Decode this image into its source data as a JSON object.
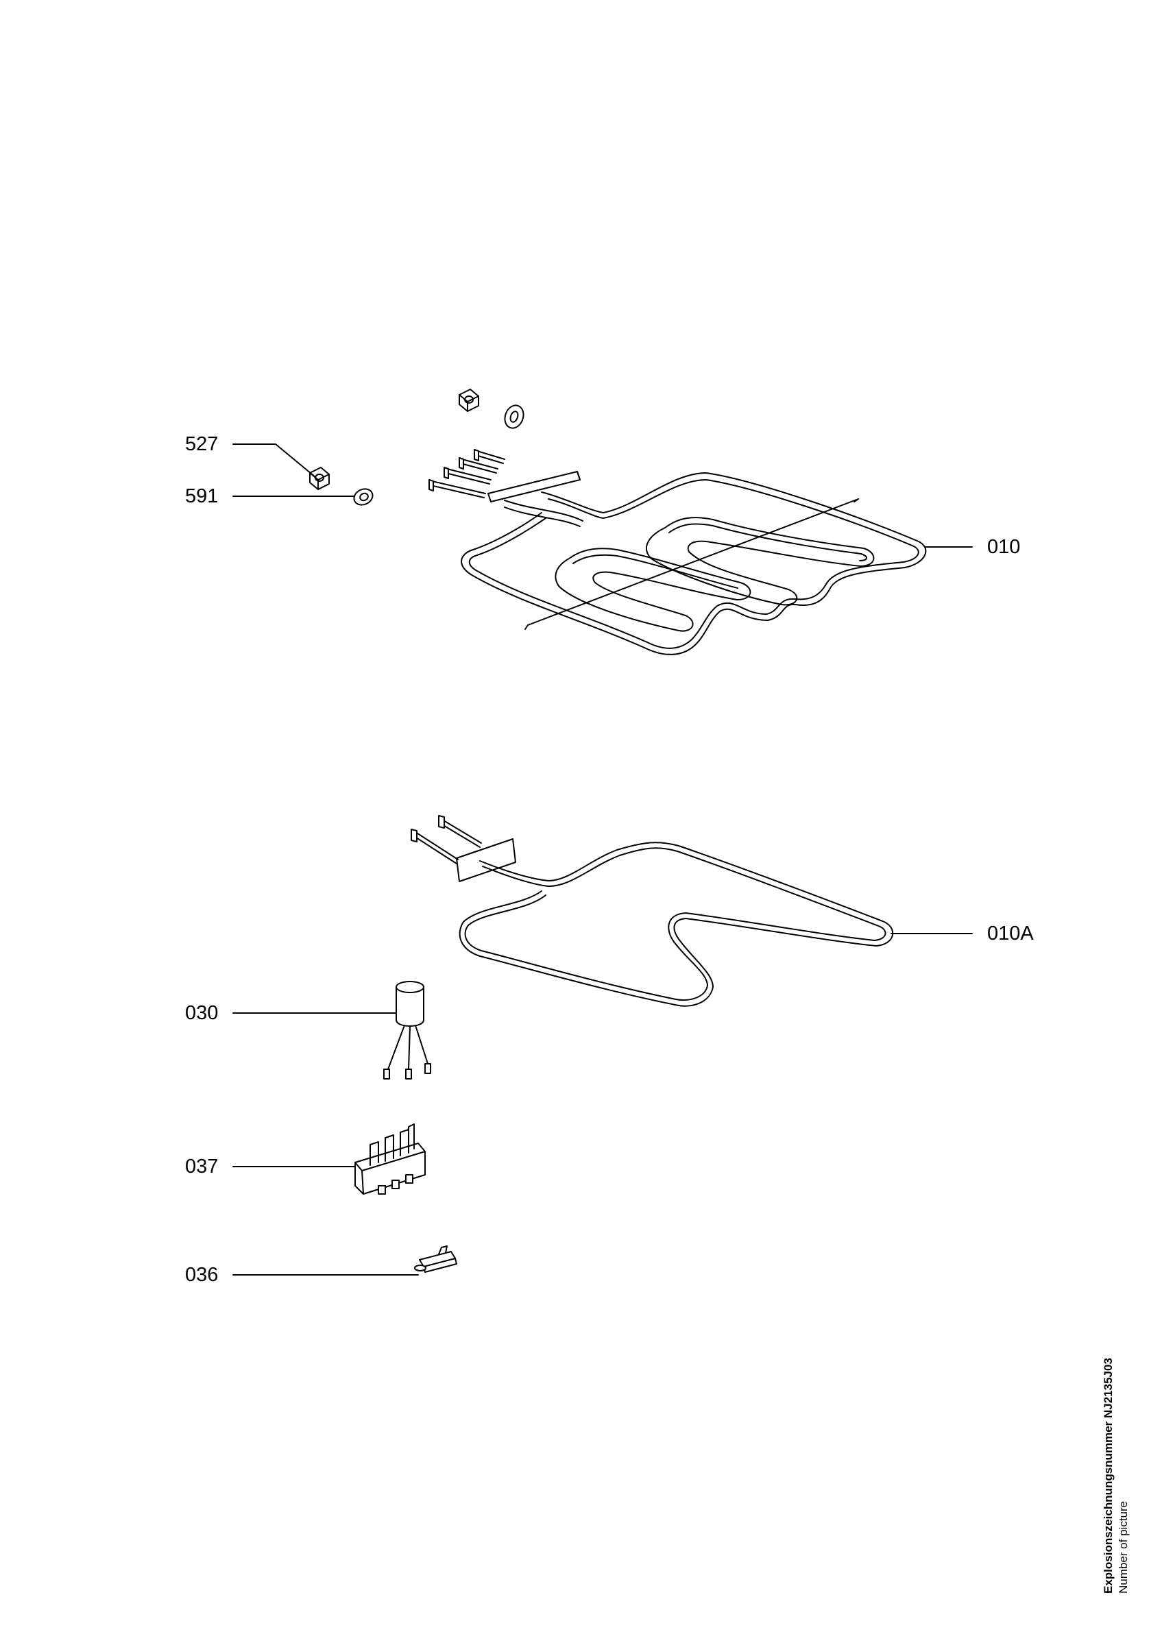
{
  "callouts": {
    "p527": "527",
    "p591": "591",
    "p010": "010",
    "p010a": "010A",
    "p030": "030",
    "p037": "037",
    "p036": "036"
  },
  "footer": {
    "drawing_number": "Explosionszeichnungsnummer NJ2135J03",
    "number_of_picture": "Number of picture"
  }
}
